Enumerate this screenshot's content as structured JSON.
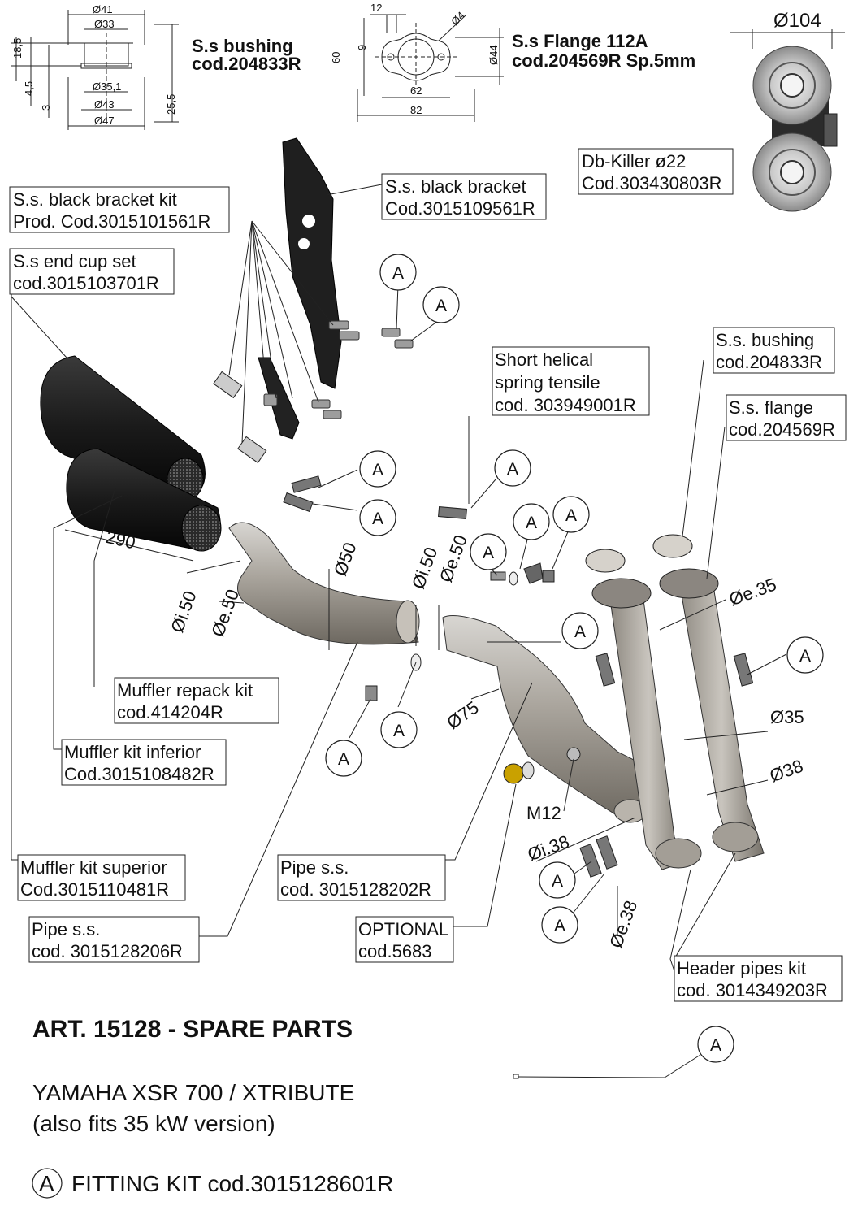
{
  "top_parts": {
    "bushing": {
      "title_line1": "S.s bushing",
      "title_line2": "cod.204833R",
      "dims": [
        "Ø41",
        "Ø33",
        "18,5",
        "4,5",
        "3",
        "Ø35,1",
        "Ø43",
        "Ø47",
        "25,5"
      ]
    },
    "flange": {
      "title_line1": "S.s Flange 112A",
      "title_line2": "cod.204569R Sp.5mm",
      "dims": [
        "12",
        "Ø4",
        "9",
        "60",
        "Ø44",
        "62",
        "82"
      ]
    },
    "dbkiller": {
      "dim": "Ø104",
      "title_line1": "Db-Killer ø22",
      "title_line2": "Cod.303430803R"
    }
  },
  "labels": [
    {
      "id": "black-bracket-kit",
      "line1": "S.s. black bracket kit",
      "line2": "Prod. Cod.3015101561R"
    },
    {
      "id": "black-bracket",
      "line1": "S.s. black bracket",
      "line2": "Cod.3015109561R"
    },
    {
      "id": "end-cup-set",
      "line1": "S.s end cup set",
      "line2": "cod.3015103701R"
    },
    {
      "id": "short-helical-spring",
      "line1": "Short helical",
      "line2": "spring tensile",
      "line3": "cod. 303949001R"
    },
    {
      "id": "ss-bushing",
      "line1": "S.s. bushing",
      "line2": "cod.204833R"
    },
    {
      "id": "ss-flange",
      "line1": "S.s. flange",
      "line2": "cod.204569R"
    },
    {
      "id": "muffler-repack-kit",
      "line1": "Muffler repack kit",
      "line2": "cod.414204R"
    },
    {
      "id": "muffler-kit-inferior",
      "line1": "Muffler kit inferior",
      "line2": "Cod.3015108482R"
    },
    {
      "id": "muffler-kit-superior",
      "line1": "Muffler kit superior",
      "line2": "Cod.3015110481R"
    },
    {
      "id": "pipe-202",
      "line1": "Pipe s.s.",
      "line2": "cod. 3015128202R"
    },
    {
      "id": "pipe-206",
      "line1": "Pipe s.s.",
      "line2": "cod. 3015128206R"
    },
    {
      "id": "optional",
      "line1": "OPTIONAL",
      "line2": "cod.5683"
    },
    {
      "id": "header-pipes-kit",
      "line1": "Header pipes kit",
      "line2": "cod. 3014349203R"
    }
  ],
  "dimensions": [
    "290",
    "Øi.50",
    "Øe.50",
    "Ø50",
    "Øi.50",
    "Øe.50",
    "Ø75",
    "Øe.35",
    "Ø35",
    "Ø38",
    "M12",
    "Øi.38",
    "Øe.38"
  ],
  "bubble_letter": "A",
  "footer": {
    "title": "ART. 15128 - SPARE PARTS",
    "model_line1": "YAMAHA XSR 700 / XTRIBUTE",
    "model_line2": "(also fits 35 kW version)",
    "fitting_letter": "A",
    "fitting_kit": "FITTING KIT cod.3015128601R"
  }
}
